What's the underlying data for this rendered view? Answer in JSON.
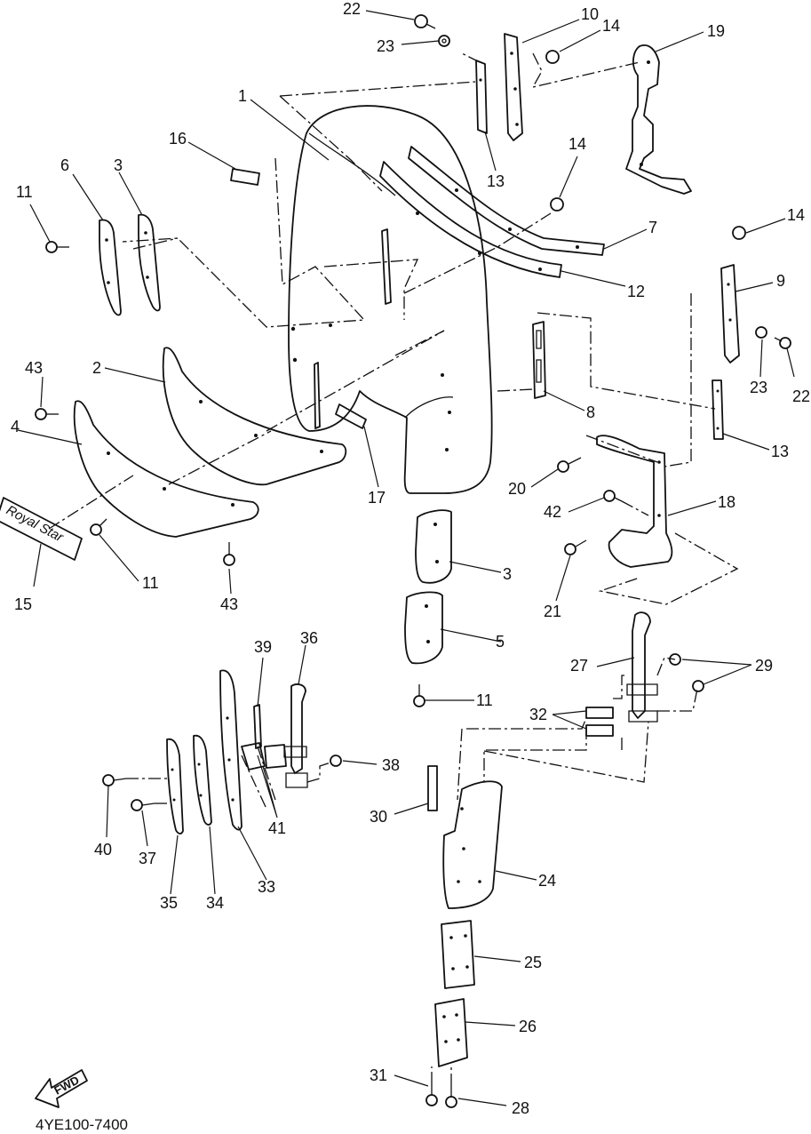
{
  "drawing_code": "4YE100-7400",
  "direction_arrow_label": "FWD",
  "emblem_text": "Royal Star",
  "callouts": [
    "22",
    "10",
    "14",
    "19",
    "23",
    "1",
    "16",
    "13",
    "14",
    "6",
    "3",
    "11",
    "7",
    "14",
    "12",
    "9",
    "43",
    "2",
    "8",
    "23",
    "22",
    "4",
    "17",
    "13",
    "20",
    "18",
    "42",
    "15",
    "11",
    "43",
    "3",
    "21",
    "5",
    "36",
    "39",
    "27",
    "29",
    "11",
    "32",
    "38",
    "41",
    "30",
    "40",
    "37",
    "24",
    "33",
    "35",
    "34",
    "25",
    "26",
    "31",
    "28"
  ]
}
